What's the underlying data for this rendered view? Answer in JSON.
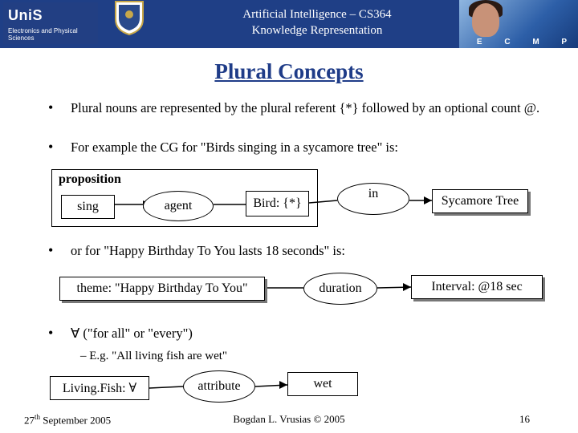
{
  "header": {
    "logo_name": "UniS",
    "logo_dept": "Electronics and Physical Sciences",
    "course": "Artificial Intelligence – CS364",
    "topic": "Knowledge Representation",
    "banner_letters": [
      "E",
      "C",
      "M",
      "P"
    ]
  },
  "title": "Plural Concepts",
  "bullets": [
    "Plural nouns are represented by the plural referent {*} followed by an optional count @.",
    "For example the CG for \"Birds singing in a sycamore tree\" is:"
  ],
  "graph1": {
    "proposition_label": "proposition",
    "sing": "sing",
    "agent": "agent",
    "bird": "Bird: {*}",
    "in": "in",
    "tree": "Sycamore Tree"
  },
  "bullet3": "or for \"Happy Birthday To You lasts 18 seconds\" is:",
  "graph2": {
    "theme": "theme: \"Happy Birthday To You\"",
    "duration": "duration",
    "interval": "Interval: @18 sec"
  },
  "bullet4": {
    "symbol": "∀",
    "text": " (\"for all\" or \"every\")",
    "sub": "– E.g. \"All living fish are wet\""
  },
  "graph3": {
    "fish": "Living.Fish: ∀",
    "attribute": "attribute",
    "wet": "wet"
  },
  "footer": {
    "date_day": "27",
    "date_suffix": "th",
    "date_rest": " September 2005",
    "author": "Bogdan L. Vrusias © 2005",
    "page": "16"
  },
  "colors": {
    "header_bg": "#1f3f86",
    "title": "#1f3c88"
  }
}
